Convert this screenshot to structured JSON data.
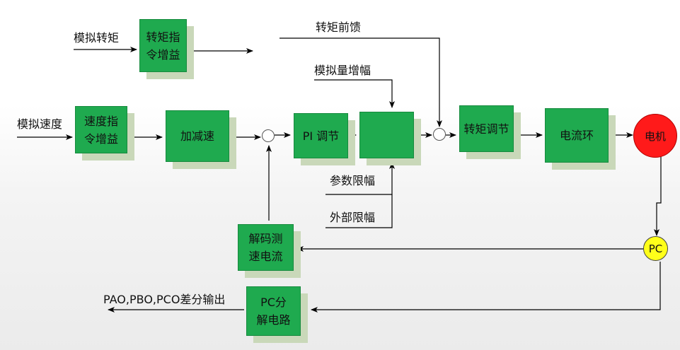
{
  "labels": {
    "analog_torque": "模拟转矩",
    "torque_feedforward": "转矩前馈",
    "analog_gain": "模拟量增幅",
    "analog_speed": "模拟速度",
    "param_limit": "参数限幅",
    "external_limit": "外部限幅",
    "diff_output": "PAO,PBO,PCO差分输出"
  },
  "blocks": {
    "torque_cmd_gain_l1": "转矩指",
    "torque_cmd_gain_l2": "令增益",
    "speed_cmd_gain_l1": "速度指",
    "speed_cmd_gain_l2": "令增益",
    "accel_decel": "加减速",
    "pi_regulator": "PI 调节",
    "torque_regulator": "转矩调节",
    "current_loop": "电流环",
    "decoder_l1": "解码测",
    "decoder_l2": "速电流",
    "pc_divider_l1": "PC分",
    "pc_divider_l2": "解电路"
  },
  "nodes": {
    "motor": "电机",
    "pc": "PC"
  },
  "colors": {
    "block_fill": "#1faa4f",
    "block_shadow": "#c9d8b9",
    "motor": "#ff1a1a",
    "pc": "#ffff1a"
  }
}
